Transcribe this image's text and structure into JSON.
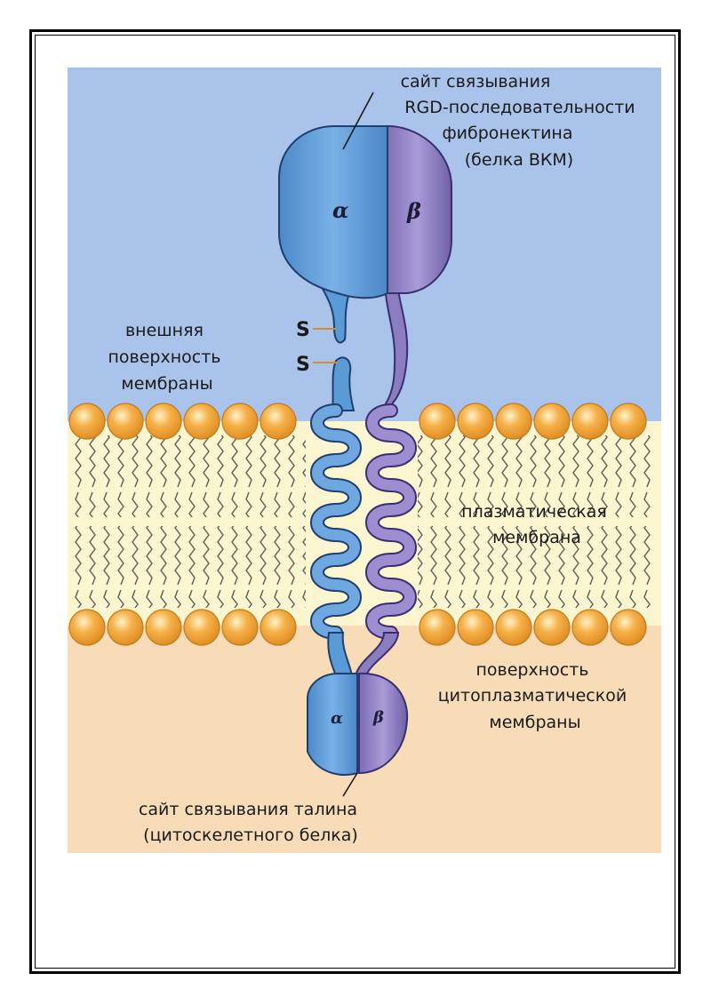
{
  "labels": {
    "rgd_site": [
      "сайт связывания",
      "RGD-последовательности",
      "фибронектина",
      "(белка ВКМ)"
    ],
    "outer_surface": [
      "внешняя",
      "поверхность",
      "мембраны"
    ],
    "plasma_membrane": [
      "плазматическая",
      "мембрана"
    ],
    "cyto_surface": [
      "поверхность",
      "цитоплазматической",
      "мембраны"
    ],
    "talin_site": [
      "сайт связывания талина",
      "(цитоскелетного белка)"
    ]
  },
  "subunits": {
    "alpha": "α",
    "beta": "β",
    "disulfide_1": "S",
    "disulfide_2": "S"
  },
  "colors": {
    "extracellular": "#a9c3ea",
    "membrane_core": "#fbf6cf",
    "cytoplasm": "#f8dcb8",
    "lipid_head": "#f2a23a",
    "alpha_subunit": "#5b9bd5",
    "beta_subunit": "#8b7dc0"
  }
}
